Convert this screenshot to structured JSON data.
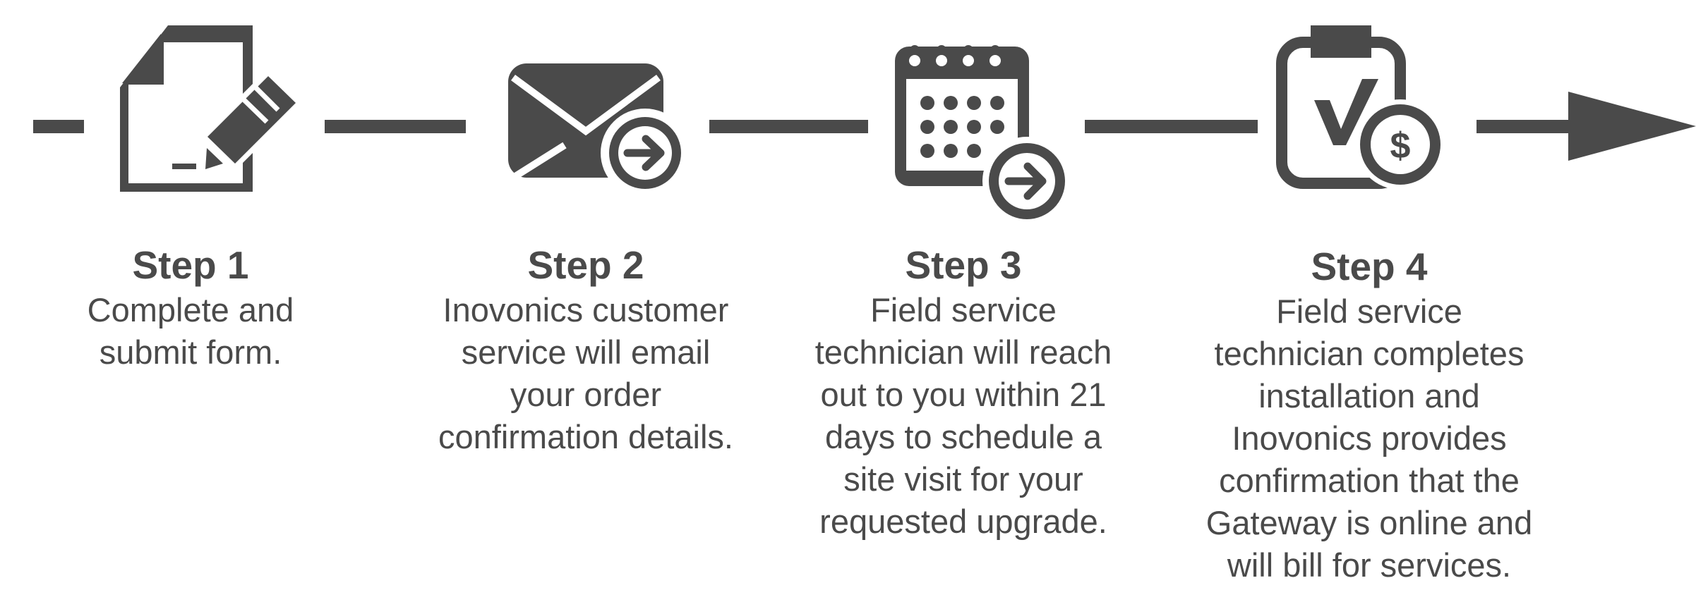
{
  "colors": {
    "icon": "#4a4a4a",
    "text": "#4a4a4a",
    "background": "#ffffff"
  },
  "steps": [
    {
      "title": "Step 1",
      "description": "Complete and\nsubmit form.",
      "icon": "form-pencil-icon"
    },
    {
      "title": "Step 2",
      "description": "Inovonics customer\nservice will email\nyour order\nconfirmation details.",
      "icon": "envelope-arrow-icon"
    },
    {
      "title": "Step 3",
      "description": "Field service\ntechnician will reach\nout to you within 21\ndays to schedule a\nsite visit for your\nrequested upgrade.",
      "icon": "calendar-arrow-icon"
    },
    {
      "title": "Step 4",
      "description": "Field service\ntechnician completes\ninstallation and\nInovonics provides\nconfirmation that the\nGateway is online and\nwill bill for services.",
      "icon": "clipboard-check-dollar-icon"
    }
  ]
}
